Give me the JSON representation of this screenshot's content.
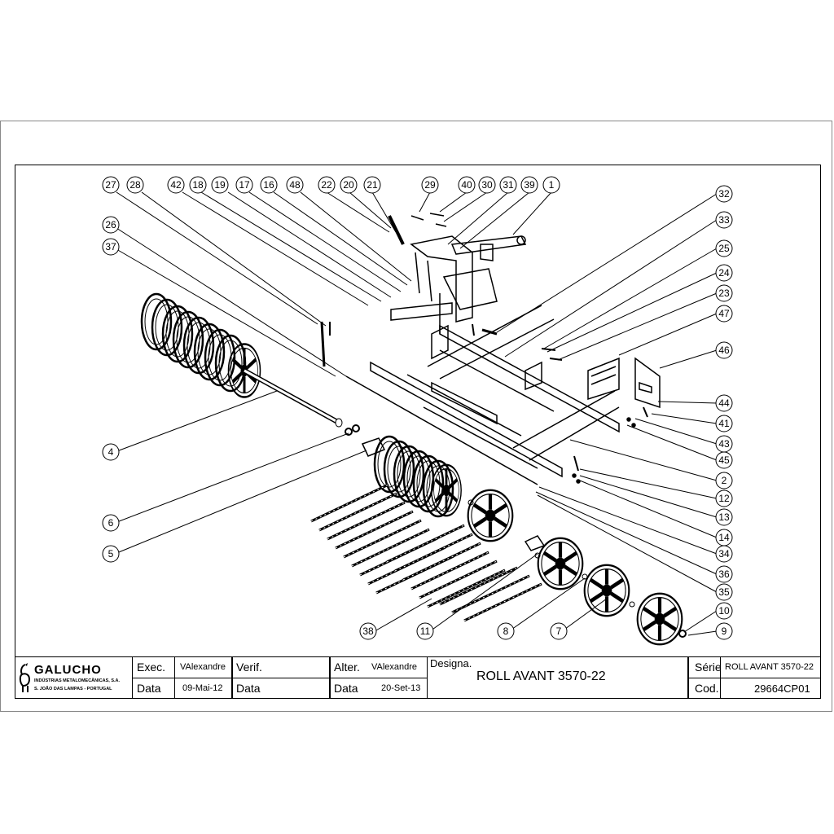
{
  "callouts": [
    "27",
    "28",
    "42",
    "18",
    "19",
    "17",
    "16",
    "48",
    "22",
    "20",
    "21",
    "29",
    "40",
    "30",
    "31",
    "39",
    "1",
    "32",
    "33",
    "25",
    "24",
    "23",
    "47",
    "46",
    "44",
    "41",
    "43",
    "45",
    "2",
    "12",
    "13",
    "14",
    "34",
    "36",
    "35",
    "10",
    "9",
    "7",
    "8",
    "11",
    "38",
    "5",
    "6",
    "4",
    "37",
    "26"
  ],
  "title_block": {
    "logo": {
      "name": "GALUCHO",
      "line1": "INDÚSTRIAS METALOMECÂNICAS, S.A.",
      "line2": "S. JOÃO DAS LAMPAS - PORTUGAL"
    },
    "exec_label": "Exec.",
    "exec_value": "VAlexandre",
    "verif_label": "Verif.",
    "verif_value": "",
    "alter_label": "Alter.",
    "alter_value": "VAlexandre",
    "data_label": "Data",
    "exec_date": "09-Mai-12",
    "verif_date": "",
    "alter_date": "20-Set-13",
    "designa_label": "Designa.",
    "designa_value": "ROLL AVANT 3570-22",
    "serie_label": "Série",
    "serie_value": "ROLL AVANT 3570-22",
    "cod_label": "Cod.",
    "cod_value": "29664CP01"
  }
}
